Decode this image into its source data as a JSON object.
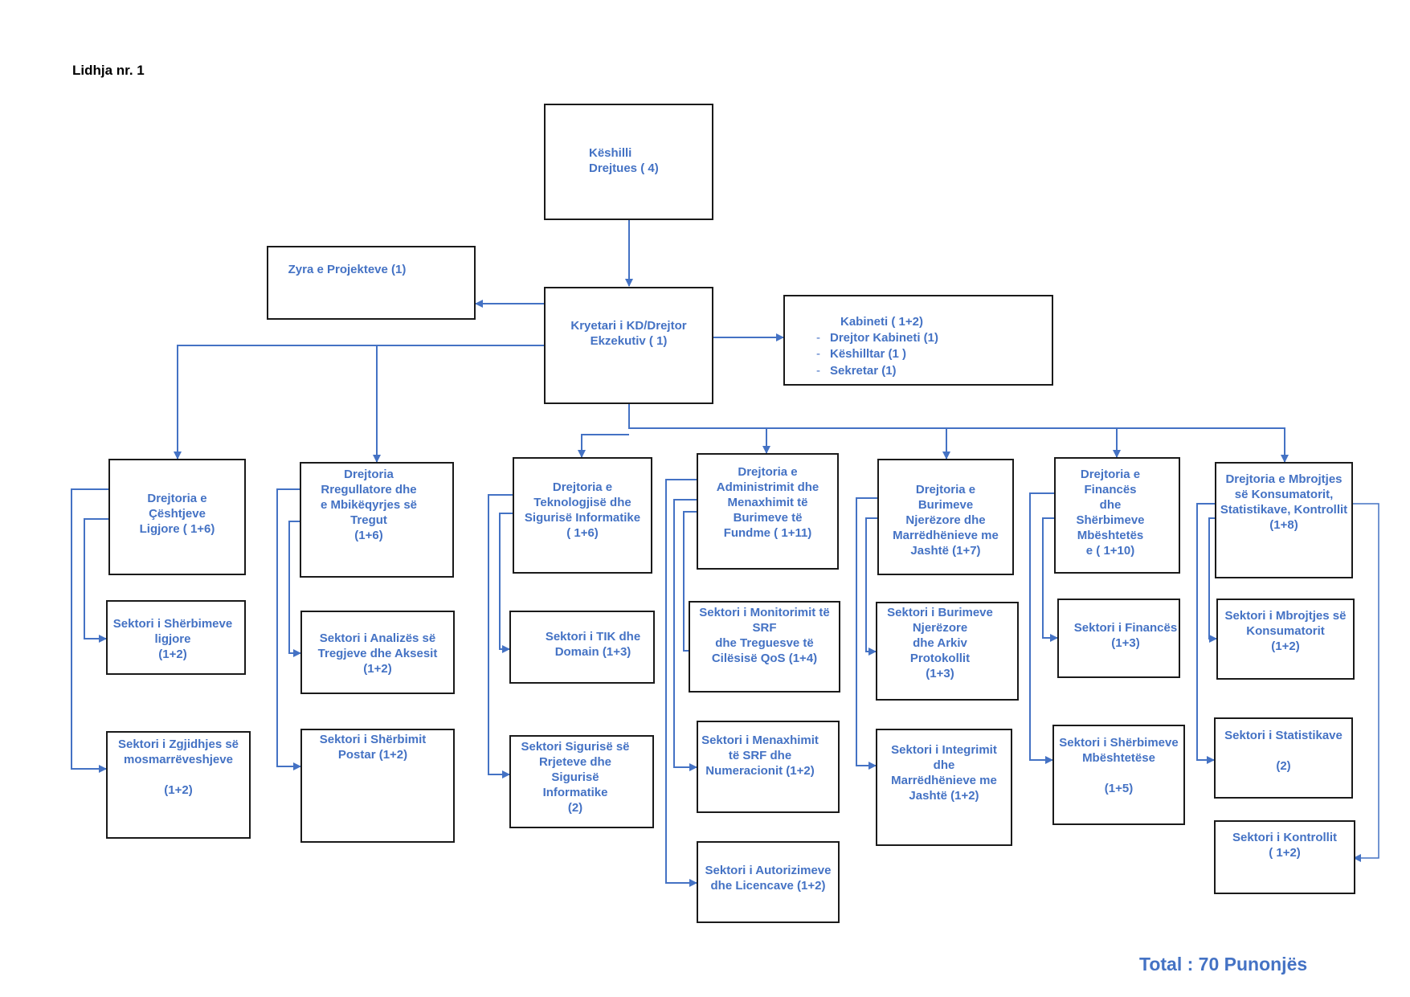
{
  "title": "Lidhja nr. 1",
  "total": "Total : 70 Punonjës",
  "colors": {
    "line": "#4472c4",
    "text": "#4472c4",
    "border": "#1a1a1a"
  },
  "nodes": {
    "keshilli": "Këshilli\nDrejtues  ( 4)",
    "zyra": "Zyra e Projekteve  (1)",
    "kryetari": "Kryetari i KD/Drejtor\nEkzekutiv ( 1)",
    "kabineti": {
      "head": "Kabineti  ( 1+2)",
      "items": [
        "Drejtor Kabineti (1)",
        "Këshilltar (1 )",
        "Sekretar (1)"
      ]
    },
    "d1": "Drejtoria e\nÇështjeve\nLigjore  ( 1+6)",
    "d2": "Drejtoria\nRregullatore dhe\ne  Mbikëqyrjes së\nTregut\n(1+6)",
    "d3": "Drejtoria e\nTeknologjisë dhe\nSigurisë Informatike\n( 1+6)",
    "d4": "Drejtoria e\nAdministrimit dhe\nMenaxhimit të\nBurimeve të\nFundme  ( 1+11)",
    "d5": "Drejtoria e\nBurimeve\nNjerëzore dhe\nMarrëdhënieve me\nJashtë (1+7)",
    "d6": "Drejtoria e\nFinancës\ndhe\nShërbimeve\nMbështetës\ne  ( 1+10)",
    "d7": "Drejtoria e Mbrojtjes\nsë Konsumatorit,\nStatistikave,  Kontrollit\n(1+8)",
    "s1a": "Sektori i Shërbimeve\nligjore\n(1+2)",
    "s1b": "Sektori  i Zgjidhjes së\nmosmarrëveshjeve\n\n(1+2)",
    "s2a": "Sektori i Analizës së\nTregjeve dhe Aksesit\n(1+2)",
    "s2b": "Sektori i Shërbimit\nPostar (1+2)",
    "s3a": "Sektori i TIK dhe\nDomain (1+3)",
    "s3b": "Sektori Sigurisë së\nRrjeteve dhe\nSigurisë\nInformatike\n(2)",
    "s4a": "Sektori i Monitorimit të\nSRF\ndhe Treguesve të\nCilësisë QoS  (1+4)",
    "s4b": "Sektori i Menaxhimit\ntë SRF dhe\nNumeracionit  (1+2)",
    "s4c": "Sektori i Autorizimeve\ndhe Licencave (1+2)",
    "s5a": "Sektori i Burimeve\nNjerëzore\ndhe Arkiv\nProtokollit\n(1+3)",
    "s5b": "Sektori i Integrimit\ndhe\nMarrëdhënieve me\nJashtë  (1+2)",
    "s6a": "Sektori i Financës\n(1+3)",
    "s6b": "Sektori i Shërbimeve\nMbështetëse\n\n(1+5)",
    "s7a": "Sektori i Mbrojtjes së\nKonsumatorit\n(1+2)",
    "s7b": "Sektori i Statistikave\n\n(2)",
    "s7c": "Sektori i Kontrollit\n( 1+2)"
  }
}
